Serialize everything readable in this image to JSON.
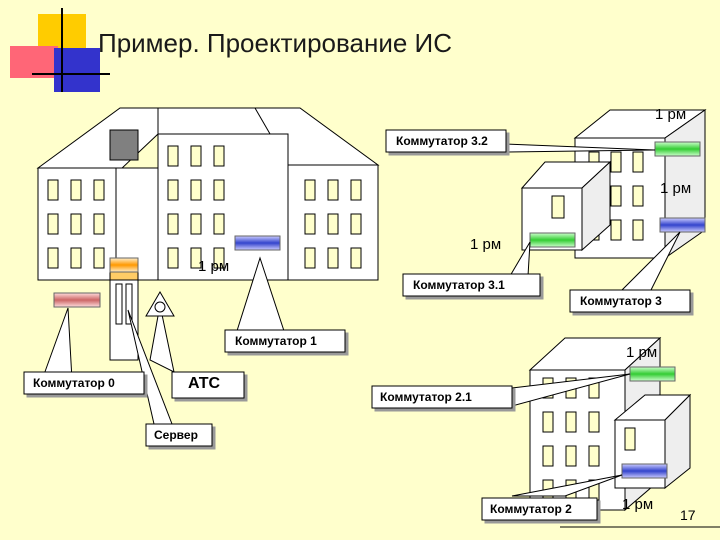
{
  "title": "Пример. Проектирование ИС",
  "page_number": "17",
  "labels": {
    "kommutator_3_2": "Коммутатор 3.2",
    "kommutator_3_1": "Коммутатор 3.1",
    "kommutator_3": "Коммутатор 3",
    "kommutator_1": "Коммутатор 1",
    "kommutator_0": "Коммутатор 0",
    "kommutator_2_1": "Коммутатор 2.1",
    "kommutator_2": "Коммутатор 2",
    "ats": "АТС",
    "server": "Сервер",
    "rm_1": "1 рм",
    "rm_2": "1 рм",
    "rm_3": "1 рм",
    "rm_4": "1 рм",
    "rm_5": "1 рм",
    "rm_6": "1 рм"
  },
  "colors": {
    "background": "#ffffcc",
    "building_fill": "#ffffff",
    "window_fill": "#ffffcc",
    "switch_green": "#33cc33",
    "switch_blue": "#3344cc",
    "switch_red": "#cc6666",
    "switch_orange": "#ff9900",
    "deco_yellow": "#ffcc00",
    "deco_pink": "#ff6677",
    "deco_blue": "#3333cc"
  }
}
